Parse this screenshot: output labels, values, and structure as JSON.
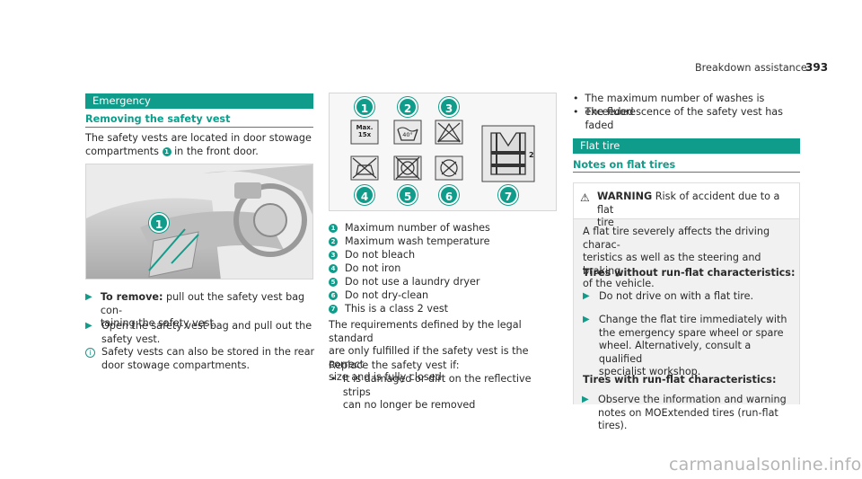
{
  "header": {
    "section": "Breakdown assistance",
    "page": "393"
  },
  "col1": {
    "bar_title": "Emergency",
    "subheading": "Removing the safety vest",
    "intro_a": "The safety vests are located in door stowage",
    "intro_b_pre": "compartments",
    "intro_b_num": "1",
    "intro_b_post": "in the front door.",
    "figure_callout": "1",
    "step1_bold": "To remove:",
    "step1_a": "pull out the safety vest bag con-",
    "step1_b": "taining the safety vest.",
    "step2_a": "Open the safety vest bag and pull out the",
    "step2_b": "safety vest.",
    "note_icon": "i",
    "note_a": "Safety vests can also be stored in the rear",
    "note_b": "door stowage compartments."
  },
  "col2": {
    "symbols": {
      "max_wash_a": "Max.",
      "max_wash_b": "15x",
      "wash_temp": "40°",
      "class_label": "2"
    },
    "callouts": [
      "1",
      "2",
      "3",
      "4",
      "5",
      "6",
      "7"
    ],
    "legend": [
      {
        "n": "1",
        "text": "Maximum number of washes"
      },
      {
        "n": "2",
        "text": "Maximum wash temperature"
      },
      {
        "n": "3",
        "text": "Do not bleach"
      },
      {
        "n": "4",
        "text": "Do not iron"
      },
      {
        "n": "5",
        "text": "Do not use a laundry dryer"
      },
      {
        "n": "6",
        "text": "Do not dry-clean"
      },
      {
        "n": "7",
        "text": "This is a class 2 vest"
      }
    ],
    "req_a": "The requirements defined by the legal standard",
    "req_b": "are only fulfilled if the safety vest is the correct",
    "req_c": "size and is fully closed.",
    "replace": "Replace the safety vest if:",
    "bullet1_a": "It is damaged or dirt on the reflective strips",
    "bullet1_b": "can no longer be removed"
  },
  "col3": {
    "bullet2": "The maximum number of washes is exceeded",
    "bullet3": "The fluorescence of the safety vest has faded",
    "bar_title": "Flat tire",
    "subheading": "Notes on flat tires",
    "warning_label": "WARNING",
    "warning_text_a": "Risk of accident due to a flat",
    "warning_text_b": "tire",
    "para_a": "A flat tire severely affects the driving charac-",
    "para_b": "teristics as well as the steering and braking",
    "para_c": "of the vehicle.",
    "heading_without": "Tires without run-flat characteristics:",
    "step_a": "Do not drive on with a flat tire.",
    "step_b1": "Change the flat tire immediately with",
    "step_b2": "the emergency spare wheel or spare",
    "step_b3": "wheel. Alternatively, consult a qualified",
    "step_b4": "specialist workshop.",
    "heading_with": "Tires with run-flat characteristics:",
    "step_c1": "Observe the information and warning",
    "step_c2": "notes on MOExtended tires (run-flat",
    "step_c3": "tires)."
  },
  "watermark": "carmanualsonline.info"
}
